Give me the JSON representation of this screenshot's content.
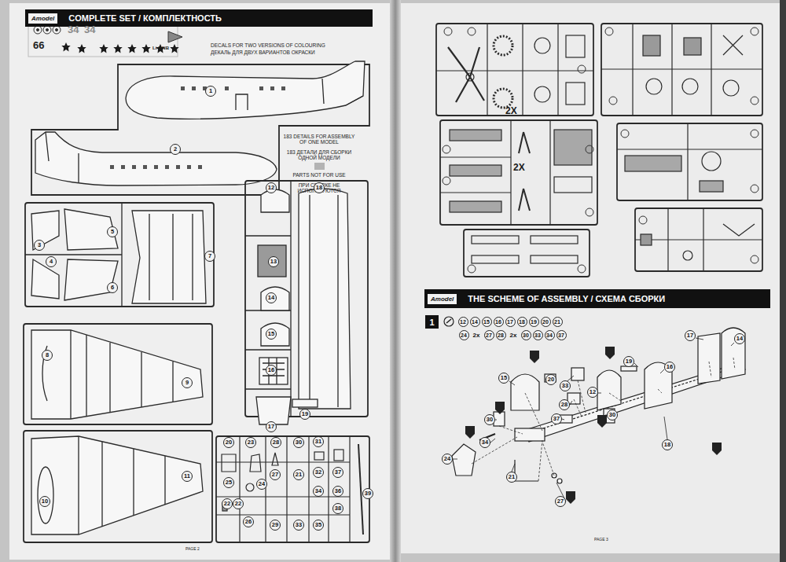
{
  "diagram": {
    "nodes": [
      {
        "text": [
          "Amodel",
          "COMPLETE SET / КОМПЛЕКТНОСТЬ"
        ]
      },
      {
        "text": [
          "Amodel",
          "THE SCHEME OF ASSEMBLY / СХЕМА СБОРКИ"
        ]
      },
      {
        "text": [
          "1"
        ]
      }
    ],
    "labels": [
      "34",
      "34",
      "66",
      "Li-2 NB",
      "DECALS FOR TWO VERSIONS OF COLOURING",
      "ДЕКАЛЬ ДЛЯ ДВУХ ВАРИАНТОВ ОКРАСКИ",
      "183 DETAILS FOR ASSEMBLY OF ONE MODEL",
      "183 ДЕТАЛИ ДЛЯ СБОРКИ ОДНОЙ МОДЕЛИ",
      "ПРИ СБОРКЕ НЕ ИСПОЛЬЗУЮТСЯ",
      "2X",
      "2X",
      "PAGE 2",
      "PAGE 3",
      "12",
      "14",
      "15",
      "16",
      "17",
      "18",
      "19",
      "20",
      "21",
      "24",
      "2x",
      "27",
      "28",
      "2x",
      "30",
      "33",
      "34",
      "37",
      "1",
      "2",
      "3",
      "4",
      "5",
      "6",
      "7",
      "8",
      "9",
      "10",
      "11",
      "12",
      "13",
      "14",
      "15",
      "16",
      "17",
      "18",
      "19",
      "20",
      "23",
      "28",
      "30",
      "31",
      "25",
      "24",
      "27",
      "32",
      "37",
      "22",
      "22",
      "26",
      "29",
      "33",
      "34",
      "35",
      "36",
      "38",
      "39",
      "21",
      "17",
      "14",
      "15",
      "33",
      "20",
      "19",
      "16",
      "12",
      "28",
      "37",
      "30",
      "30",
      "24",
      "34",
      "21",
      "27",
      "18"
    ],
    "legend": [
      {
        "text": "PARTS NOT FOR USE",
        "color": "#b3b3b3"
      }
    ]
  }
}
